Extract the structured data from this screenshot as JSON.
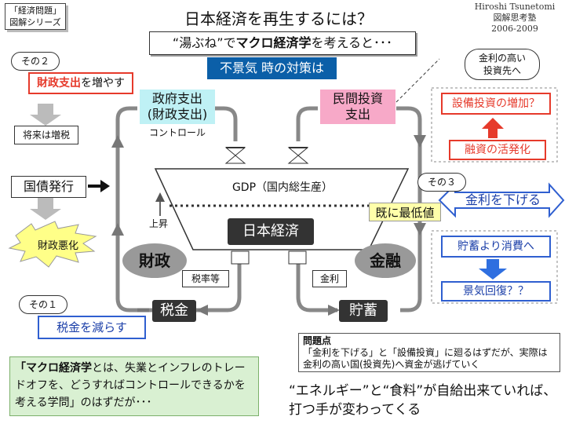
{
  "header": {
    "series_tag": [
      "「経済問題」",
      "図解シリーズ"
    ],
    "title": "日本経済を再生するには？",
    "credit": [
      "Hiroshi Tsunetomi",
      "図解思考塾",
      "2006-2009"
    ]
  },
  "scroll": {
    "pre": "“湯ぶね”で",
    "bold": "マクロ経済学",
    "post": "を考えると･･･"
  },
  "banner": "不景気 時の対策は",
  "left": {
    "sono2": "その２",
    "spend_bold": "財政支出",
    "spend_rest": "を増やす",
    "tax_future": "将来は増税",
    "bond": "国債発行",
    "deficit": "財政悪化",
    "sono1": "その１",
    "cut_tax": "税金を減らす"
  },
  "center": {
    "gov_spending": "政府支出",
    "gov_spending_sub": "(財政支出)",
    "control": "コントロール",
    "private_inv": "民間投資",
    "private_inv_sub": "支出",
    "gdp": "GDP（国内総生産）",
    "rise": "上昇",
    "economy": "日本経済",
    "fiscal": "財政",
    "finance": "金融",
    "tax_rate": "税率等",
    "interest": "金利",
    "tax": "税金",
    "savings": "貯蓄",
    "already_low": "既に最低値"
  },
  "right": {
    "high_yield": [
      "金利の高い",
      "投資先へ"
    ],
    "capex_up": "設備投資の増加？",
    "financing": "融資の活発化",
    "sono3": "その３",
    "lower_rate": "金利を下げる",
    "consume": "貯蓄より消費へ",
    "recovery": "景気回復？？"
  },
  "problem": {
    "heading": "問題点",
    "body": "「金利を下げる」と「設備投資」に廻るはずだが、実際は金利の高い国(投資先)へ資金が逃げていく"
  },
  "macro_note": {
    "bold": "「マクロ経済学",
    "rest": "とは、失業とインフレのトレードオフを、どうすればコントロールできるかを考える学問」のはずだが･･･"
  },
  "conclusion": "“エネルギー”と“食料”が自給出来ていれば、打つ手が変わってくる",
  "colors": {
    "accent_red": "#e63a2b",
    "accent_blue": "#0b5fa8",
    "cyan": "#bff1f5",
    "pink": "#f7a9c8"
  }
}
